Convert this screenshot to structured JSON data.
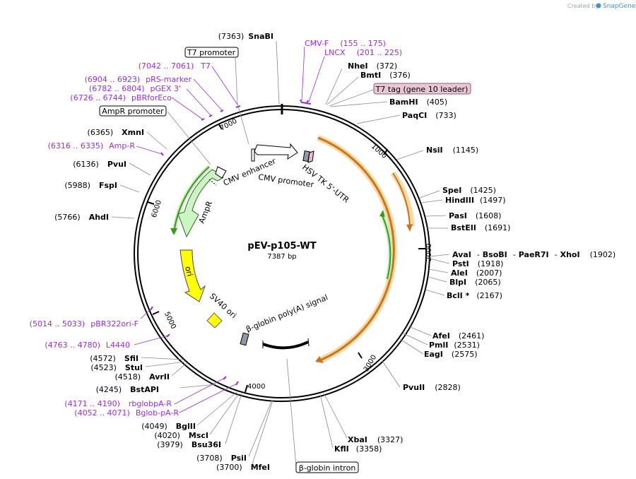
{
  "credit": {
    "created_by": "Created by",
    "brand": "SnapGene"
  },
  "plasmid": {
    "name": "pEV-p105-WT",
    "length": "7387 bp"
  },
  "ruler_ticks": [
    "1000",
    "2000",
    "3000",
    "4000",
    "5000",
    "6000",
    "7000"
  ],
  "restriction_sites": [
    {
      "name": "SnaBI",
      "pos": "(7363)"
    },
    {
      "name": "NheI",
      "pos": "(372)"
    },
    {
      "name": "BmtI",
      "pos": "(376)"
    },
    {
      "name": "BamHI",
      "pos": "(405)"
    },
    {
      "name": "PaqCI",
      "pos": "(733)"
    },
    {
      "name": "NsiI",
      "pos": "(1145)"
    },
    {
      "name": "SpeI",
      "pos": "(1425)"
    },
    {
      "name": "HindIII",
      "pos": "(1497)"
    },
    {
      "name": "PasI",
      "pos": "(1608)"
    },
    {
      "name": "BstEII",
      "pos": "(1691)"
    },
    {
      "name": "AvaI",
      "pos": ""
    },
    {
      "name": "BsoBI",
      "pos": ""
    },
    {
      "name": "PaeR7I",
      "pos": ""
    },
    {
      "name": "XhoI",
      "pos": "(1902)"
    },
    {
      "name": "PstI",
      "pos": "(1918)"
    },
    {
      "name": "AleI",
      "pos": "(2007)"
    },
    {
      "name": "BlpI",
      "pos": "(2065)"
    },
    {
      "name": "BclI *",
      "pos": "(2167)"
    },
    {
      "name": "AfeI",
      "pos": "(2461)"
    },
    {
      "name": "PmlI",
      "pos": "(2531)"
    },
    {
      "name": "EagI",
      "pos": "(2575)"
    },
    {
      "name": "PvuII",
      "pos": "(2828)"
    },
    {
      "name": "XbaI",
      "pos": "(3327)"
    },
    {
      "name": "KflI",
      "pos": "(3358)"
    },
    {
      "name": "PsiI",
      "pos": "(3708)"
    },
    {
      "name": "MfeI",
      "pos": "(3700)"
    },
    {
      "name": "Bsu36I",
      "pos": "(3979)"
    },
    {
      "name": "MscI",
      "pos": "(4020)"
    },
    {
      "name": "BglII",
      "pos": "(4049)"
    },
    {
      "name": "BstAPI",
      "pos": "(4245)"
    },
    {
      "name": "AvrII",
      "pos": "(4518)"
    },
    {
      "name": "StuI",
      "pos": "(4523)"
    },
    {
      "name": "SfiI",
      "pos": "(4572)"
    },
    {
      "name": "AhdI",
      "pos": "(5766)"
    },
    {
      "name": "FspI",
      "pos": "(5988)"
    },
    {
      "name": "PvuI",
      "pos": "(6136)"
    },
    {
      "name": "XmnI",
      "pos": "(6365)"
    }
  ],
  "primers": [
    {
      "name": "CMV-F",
      "range": "(155 .. 175)"
    },
    {
      "name": "LNCX",
      "range": "(201 .. 225)"
    },
    {
      "name": "T7",
      "range": "(7042 .. 7061)"
    },
    {
      "name": "pRS-marker",
      "range": "(6904 .. 6923)"
    },
    {
      "name": "pGEX 3'",
      "range": "(6782 .. 6804)"
    },
    {
      "name": "pBRforEco",
      "range": "(6726 .. 6744)"
    },
    {
      "name": "Amp-R",
      "range": "(6316 .. 6335)"
    },
    {
      "name": "pBR322ori-F",
      "range": "(5014 .. 5033)"
    },
    {
      "name": "L4440",
      "range": "(4763 .. 4780)"
    },
    {
      "name": "rbglobpA-R",
      "range": "(4171 .. 4190)"
    },
    {
      "name": "Bglob-pA-R",
      "range": "(4052 .. 4071)"
    }
  ],
  "boxed_features": [
    {
      "name": "T7 promoter"
    },
    {
      "name": "AmpR promoter"
    },
    {
      "name": "T7 tag (gene 10 leader)"
    },
    {
      "name": "β-globin intron"
    }
  ],
  "features": [
    {
      "name": "CMV enhancer"
    },
    {
      "name": "CMV promoter"
    },
    {
      "name": "HSV TK 5'-UTR"
    },
    {
      "name": "AmpR"
    },
    {
      "name": "ori"
    },
    {
      "name": "SV40 ori"
    },
    {
      "name": "β-globin poly(A) signal"
    }
  ],
  "colors": {
    "backbone": "#000000",
    "primer": "#9a2fcf",
    "insert_orange": "#e8a23a",
    "insert_glow": "#f7d9a6",
    "green": "#3a9a1a",
    "ampr_fill": "#cdf5c4",
    "ori_fill": "#ffff00",
    "t7tag_fill": "#e9c6d4",
    "utr_fill": "#f0b8c8",
    "promoter_fill": "#ffffff"
  }
}
